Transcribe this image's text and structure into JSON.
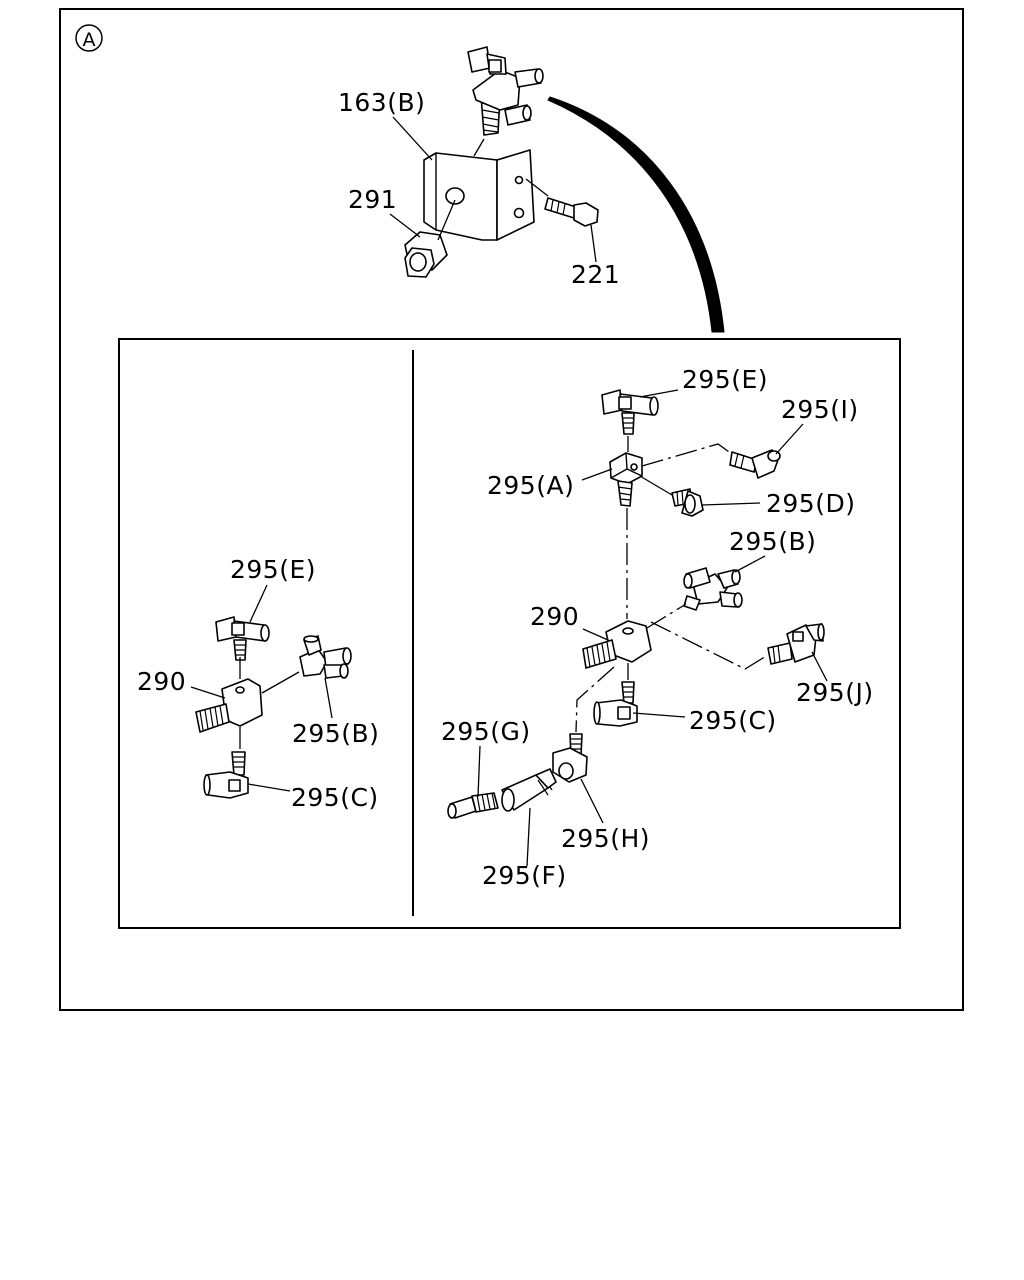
{
  "view_marker": "A",
  "labels": {
    "top_bracket": "163(B)",
    "top_nut": "291",
    "top_bolt": "221",
    "left_elbow_tee": "295(E)",
    "left_union": "290",
    "left_cross": "295(B)",
    "left_elbow": "295(C)",
    "r_tee_e": "295(E)",
    "r_elbow_i": "295(I)",
    "r_block_a": "295(A)",
    "r_plug_d": "295(D)",
    "r_cross_b": "295(B)",
    "r_union": "290",
    "r_tee_j": "295(J)",
    "r_elbow_c": "295(C)",
    "r_nipple_g": "295(G)",
    "r_elbow_h": "295(H)",
    "r_hose_f": "295(F)"
  }
}
